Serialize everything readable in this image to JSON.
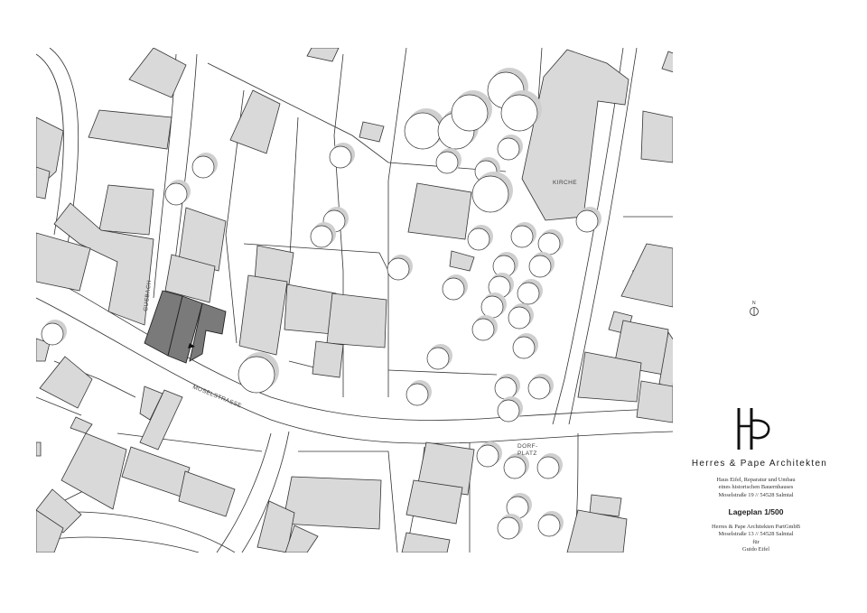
{
  "map_labels": {
    "church": "KIRCHE",
    "street_main": "MOSELSTRASSE",
    "street_side": "GUSBACH",
    "square_line1": "DORF-",
    "square_line2": "PLATZ",
    "north": "N"
  },
  "title_block": {
    "firm_name": "Herres & Pape Architekten",
    "project_lines": [
      "Haus Eifel, Reparatur und Umbau",
      "eines historischen Bauernhauses",
      "Moselstraße 19 // 54528 Salmtal"
    ],
    "scale_title": "Lageplan 1/500",
    "client_lines": [
      "Herres & Pape Architekten PartGmbB",
      "Moselstraße 13 // 54528 Salmtal",
      "für",
      "Guido Eifel"
    ]
  },
  "colors": {
    "building": "#d9d9d9",
    "highlight_building": "#7a7a7a",
    "line": "#333333",
    "tree_shadow": "#c8c8c8"
  }
}
